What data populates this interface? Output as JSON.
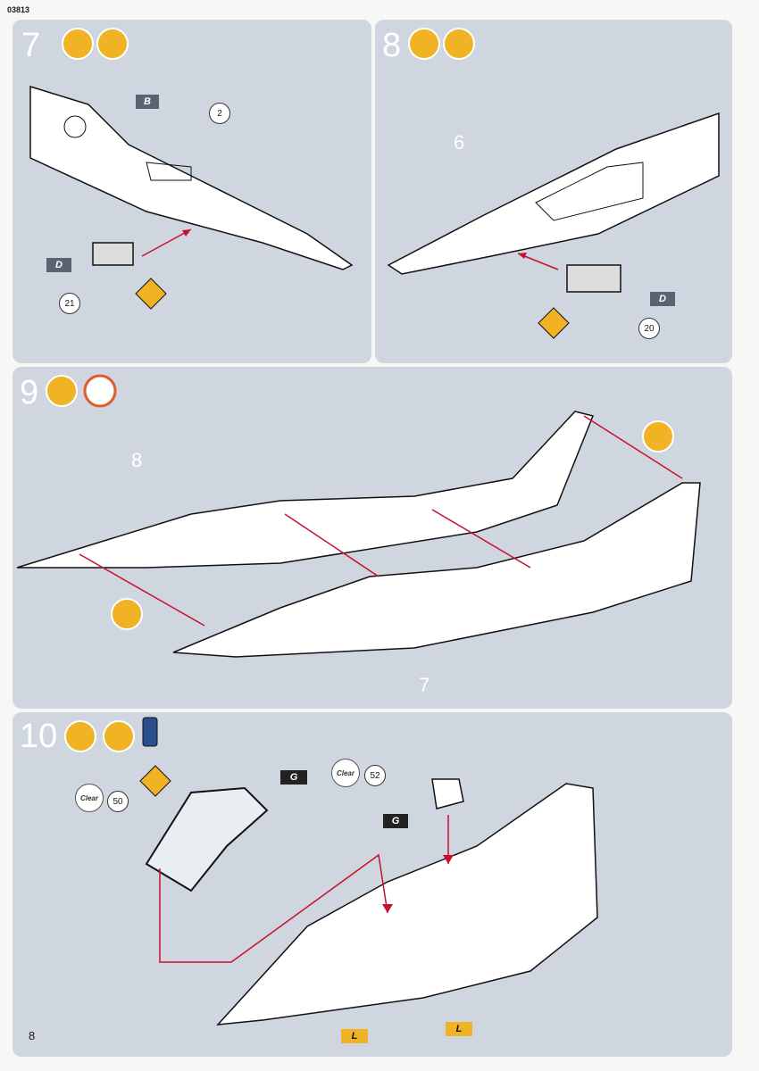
{
  "header": {
    "code": "03813"
  },
  "footer": {
    "page_number": "8"
  },
  "steps": [
    {
      "number": "7",
      "icons": [
        "glue-icon",
        "paint-brush-icon"
      ],
      "labels": {
        "b": "B",
        "d": "D",
        "p2": "2",
        "p21": "21"
      }
    },
    {
      "number": "8",
      "icons": [
        "glue-icon",
        "paint-brush-icon"
      ],
      "labels": {
        "p6": "6",
        "d": "D",
        "p20": "20"
      }
    },
    {
      "number": "9",
      "icons": [
        "glue-icon",
        "clock-icon"
      ],
      "labels": {
        "p8": "8",
        "p7": "7"
      }
    },
    {
      "number": "10",
      "icons": [
        "glue-icon",
        "paint-brush-icon",
        "paint-bottle-icon"
      ],
      "labels": {
        "clear1": "Clear",
        "p50": "50",
        "g1": "G",
        "clear2": "Clear",
        "p52": "52",
        "g2": "G",
        "l1": "L",
        "l2": "L"
      }
    }
  ],
  "colors": {
    "panel": "#cfd6df",
    "icon": "#f0b323",
    "arrow": "#c8102e"
  }
}
